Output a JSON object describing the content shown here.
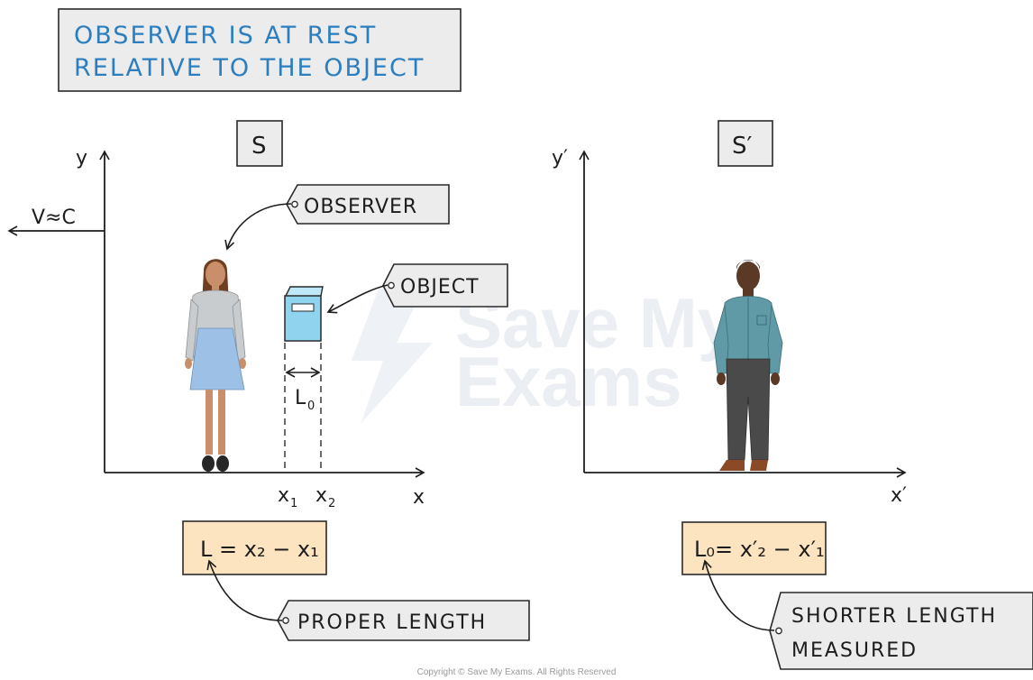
{
  "title_box": {
    "line1": "OBSERVER IS AT REST",
    "line2": "RELATIVE TO THE OBJECT"
  },
  "frame_s": {
    "label": "S",
    "axis_y": "y",
    "axis_x": "x",
    "velocity_label": "V≈C",
    "observer_tag": "OBSERVER",
    "object_tag": "OBJECT",
    "length_label": "L",
    "length_sub": "0",
    "x1": "x",
    "x1_sub": "1",
    "x2": "x",
    "x2_sub": "2",
    "formula": "L = x₂ − x₁",
    "formula_tag": "PROPER LENGTH"
  },
  "frame_s_prime": {
    "label": "S′",
    "axis_y": "y′",
    "axis_x": "x′",
    "formula": "L₀= x′₂ − x′₁",
    "formula_tag_line1": "SHORTER LENGTH",
    "formula_tag_line2": "MEASURED"
  },
  "watermark": {
    "line1": "Save My",
    "line2": "Exams"
  },
  "copyright": "Copyright © Save My Exams. All Rights Reserved",
  "colors": {
    "title_text": "#2b7fc0",
    "box_fill": "#ececec",
    "formula_fill": "#fde4c1",
    "object_fill": "#8fd3ef",
    "skirt": "#9cc0e6",
    "shirt_woman": "#c8cccf",
    "shirt_man": "#5f9aa6",
    "trousers_man": "#4a4a4a"
  }
}
